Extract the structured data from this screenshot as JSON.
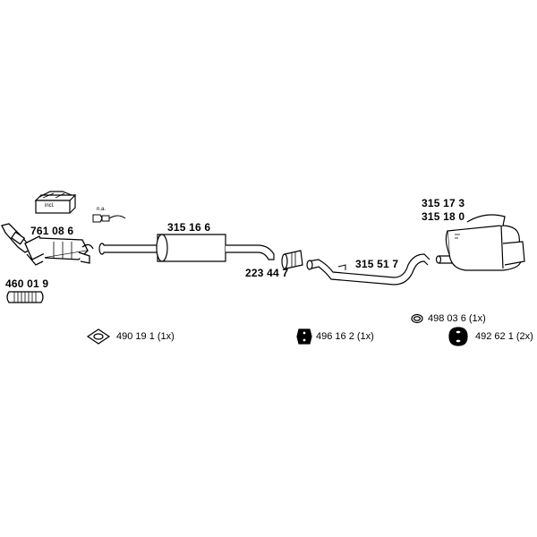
{
  "parts": {
    "catalytic_converter": "761 08 6",
    "flex_pipe": "460 01 9",
    "kit_box": "incl.",
    "sensor_note": "n.a.",
    "centre_silencer": "315 16 6",
    "clamp": "223 44 7",
    "intermediate_pipe": "315 51 7",
    "rear_silencer_a": "315 17 3",
    "rear_silencer_b": "315 18 0"
  },
  "accessories": {
    "gasket": "490 19 1 (1x)",
    "rubber_mount": "496 16 2 (1x)",
    "ring_hanger": "498 03 6 (1x)",
    "hanger_pair": "492 62 1 (2x)"
  }
}
